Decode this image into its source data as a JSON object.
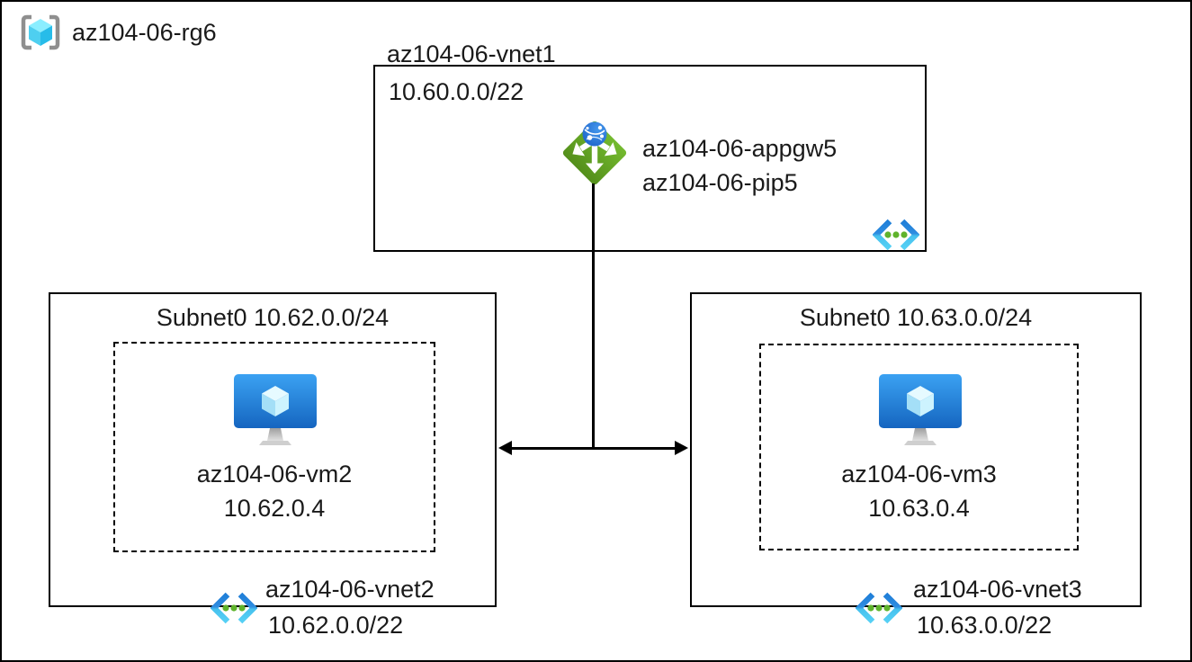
{
  "resource_group": {
    "label": "az104-06-rg6"
  },
  "vnet1": {
    "title": "az104-06-vnet1",
    "address_space": "10.60.0.0/22",
    "appgw_name": "az104-06-appgw5",
    "pip_name": "az104-06-pip5"
  },
  "vnet2": {
    "subnet_title": "Subnet0 10.62.0.0/24",
    "vm_name": "az104-06-vm2",
    "vm_ip": "10.62.0.4",
    "vnet_name": "az104-06-vnet2",
    "address_space": "10.62.0.0/22"
  },
  "vnet3": {
    "subnet_title": "Subnet0 10.63.0.0/24",
    "vm_name": "az104-06-vm3",
    "vm_ip": "10.63.0.4",
    "vnet_name": "az104-06-vnet3",
    "address_space": "10.63.0.0/22"
  },
  "icons": {
    "resource_group_icon": "azure-resource-group (gray brackets with cyan cube)",
    "application_gateway_icon": "azure-application-gateway (green diamond, white arrows, blue globe)",
    "virtual_network_icon": "azure-virtual-network (blue chevrons with green dots)",
    "virtual_machine_icon": "azure-virtual-machine (blue monitor with cyan cube)"
  },
  "colors": {
    "line_black": "#000000",
    "appgw_green_light": "#74BA2F",
    "appgw_green_dark": "#548F1B",
    "globe_blue_light": "#4497EC",
    "globe_blue_dark": "#1A5EC6",
    "vnet_chevron_blue": "#1F7ED8",
    "vnet_chevron_cyan": "#56D0F5",
    "vnet_dot_green": "#5FB32C",
    "vm_screen_light": "#3BA2F2",
    "vm_screen_dark": "#1565C0",
    "rg_bracket_gray": "#8F8F8F",
    "cube_cyan_top": "#8BEEFF",
    "cube_cyan_left": "#4ECFF0",
    "cube_cyan_right": "#27BCE9"
  }
}
